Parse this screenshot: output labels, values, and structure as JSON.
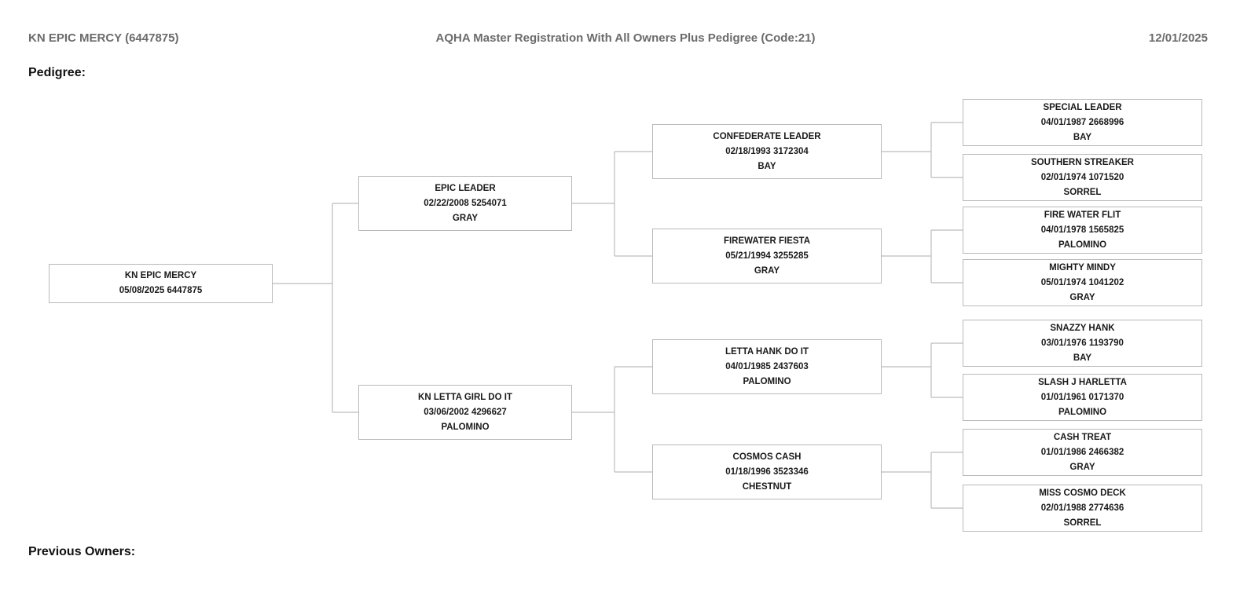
{
  "header": {
    "left_title": "KN EPIC MERCY (6447875)",
    "center_title": "AQHA Master Registration With All Owners Plus Pedigree (Code:21)",
    "date": "12/01/2025"
  },
  "sections": {
    "pedigree_label": "Pedigree:",
    "previous_owners_label": "Previous Owners:"
  },
  "pedigree": {
    "boxes": [
      {
        "name": "KN EPIC MERCY",
        "foal_date": "05/08/2025",
        "reg_number": "6447875",
        "color": "",
        "generation": 1,
        "relation": "subject"
      },
      {
        "name": "EPIC LEADER",
        "foal_date": "02/22/2008",
        "reg_number": "5254071",
        "color": "GRAY",
        "generation": 2,
        "relation": "sire"
      },
      {
        "name": "KN LETTA GIRL DO IT",
        "foal_date": "03/06/2002",
        "reg_number": "4296627",
        "color": "PALOMINO",
        "generation": 2,
        "relation": "dam"
      },
      {
        "name": "CONFEDERATE LEADER",
        "foal_date": "02/18/1993",
        "reg_number": "3172304",
        "color": "BAY",
        "generation": 3,
        "relation": "sire"
      },
      {
        "name": "FIREWATER FIESTA",
        "foal_date": "05/21/1994",
        "reg_number": "3255285",
        "color": "GRAY",
        "generation": 3,
        "relation": "dam"
      },
      {
        "name": "LETTA HANK DO IT",
        "foal_date": "04/01/1985",
        "reg_number": "2437603",
        "color": "PALOMINO",
        "generation": 3,
        "relation": "sire"
      },
      {
        "name": "COSMOS CASH",
        "foal_date": "01/18/1996",
        "reg_number": "3523346",
        "color": "CHESTNUT",
        "generation": 3,
        "relation": "dam"
      },
      {
        "name": "SPECIAL LEADER",
        "foal_date": "04/01/1987",
        "reg_number": "2668996",
        "color": "BAY",
        "generation": 4,
        "relation": "sire"
      },
      {
        "name": "SOUTHERN STREAKER",
        "foal_date": "02/01/1974",
        "reg_number": "1071520",
        "color": "SORREL",
        "generation": 4,
        "relation": "dam"
      },
      {
        "name": "FIRE WATER FLIT",
        "foal_date": "04/01/1978",
        "reg_number": "1565825",
        "color": "PALOMINO",
        "generation": 4,
        "relation": "sire"
      },
      {
        "name": "MIGHTY MINDY",
        "foal_date": "05/01/1974",
        "reg_number": "1041202",
        "color": "GRAY",
        "generation": 4,
        "relation": "dam"
      },
      {
        "name": "SNAZZY HANK",
        "foal_date": "03/01/1976",
        "reg_number": "1193790",
        "color": "BAY",
        "generation": 4,
        "relation": "sire"
      },
      {
        "name": "SLASH J HARLETTA",
        "foal_date": "01/01/1961",
        "reg_number": "0171370",
        "color": "PALOMINO",
        "generation": 4,
        "relation": "dam"
      },
      {
        "name": "CASH TREAT",
        "foal_date": "01/01/1986",
        "reg_number": "2466382",
        "color": "GRAY",
        "generation": 4,
        "relation": "sire"
      },
      {
        "name": "MISS COSMO DECK",
        "foal_date": "02/01/1988",
        "reg_number": "2774636",
        "color": "SORREL",
        "generation": 4,
        "relation": "dam"
      }
    ]
  },
  "colors": {
    "line_gray": "#bcbcbc",
    "header_gray": "#6b6b6b",
    "text_black": "#1a1a1a"
  }
}
